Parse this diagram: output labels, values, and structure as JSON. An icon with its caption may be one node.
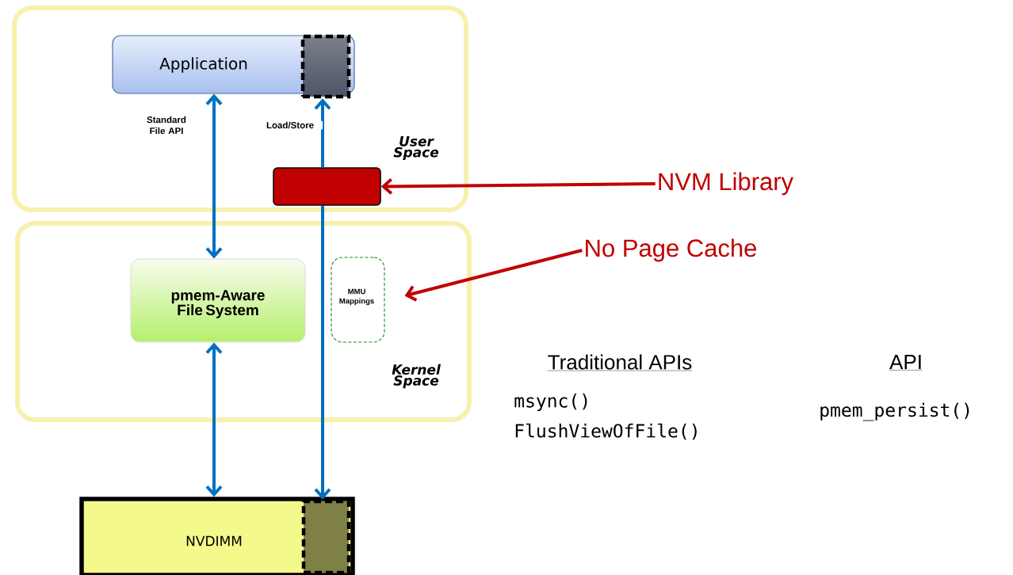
{
  "diagram": {
    "nodes": [
      {
        "text": [
          "User Space"
        ]
      },
      {
        "text": [
          "Application"
        ],
        "in": 0
      },
      {
        "text": [],
        "shape": "box",
        "in": 1
      },
      {
        "text": [],
        "shape": "box",
        "in": 0
      },
      {
        "text": [
          "Kernel Space"
        ]
      },
      {
        "text": [
          "pmem-Aware File System"
        ],
        "in": 4
      },
      {
        "text": [
          "MMU Mappings"
        ],
        "in": 4
      },
      {
        "text": [
          "NVDIMM"
        ]
      },
      {
        "text": [],
        "shape": "box",
        "in": 7
      },
      {
        "text": [
          "NVM Library"
        ]
      },
      {
        "text": [
          "No Page Cache"
        ]
      }
    ],
    "edges": [
      {
        "from": 1,
        "to": 5,
        "arrow": "both",
        "label": "Standard File API"
      },
      {
        "from": 5,
        "to": 7,
        "arrow": "both"
      },
      {
        "from": 3,
        "to": 2,
        "arrow": "to",
        "label": "Load/Store"
      },
      {
        "from": 3,
        "to": 8,
        "arrow": "to"
      },
      {
        "from": 9,
        "to": 3,
        "arrow": "to",
        "color": "#c00000"
      },
      {
        "from": 10,
        "to": 6,
        "arrow": "to",
        "color": "#c00000"
      }
    ],
    "labels": [
      "Traditional APIs",
      "msync()",
      "FlushViewOfFile()",
      "API",
      "pmem_persist()"
    ]
  }
}
